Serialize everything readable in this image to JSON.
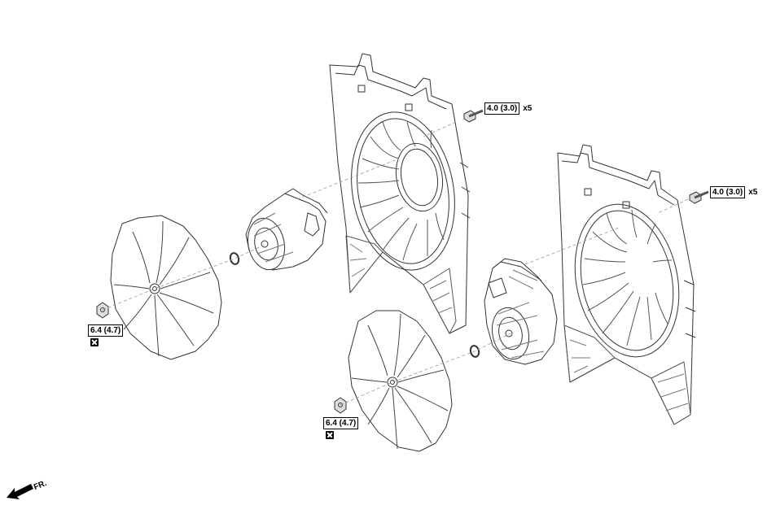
{
  "callouts": [
    {
      "torque": "4.0 (3.0)",
      "qty": "x5"
    },
    {
      "torque": "4.0 (3.0)",
      "qty": "x5"
    },
    {
      "torque": "6.4 (4.7)"
    },
    {
      "torque": "6.4 (4.7)"
    }
  ],
  "direction_label": "FR."
}
